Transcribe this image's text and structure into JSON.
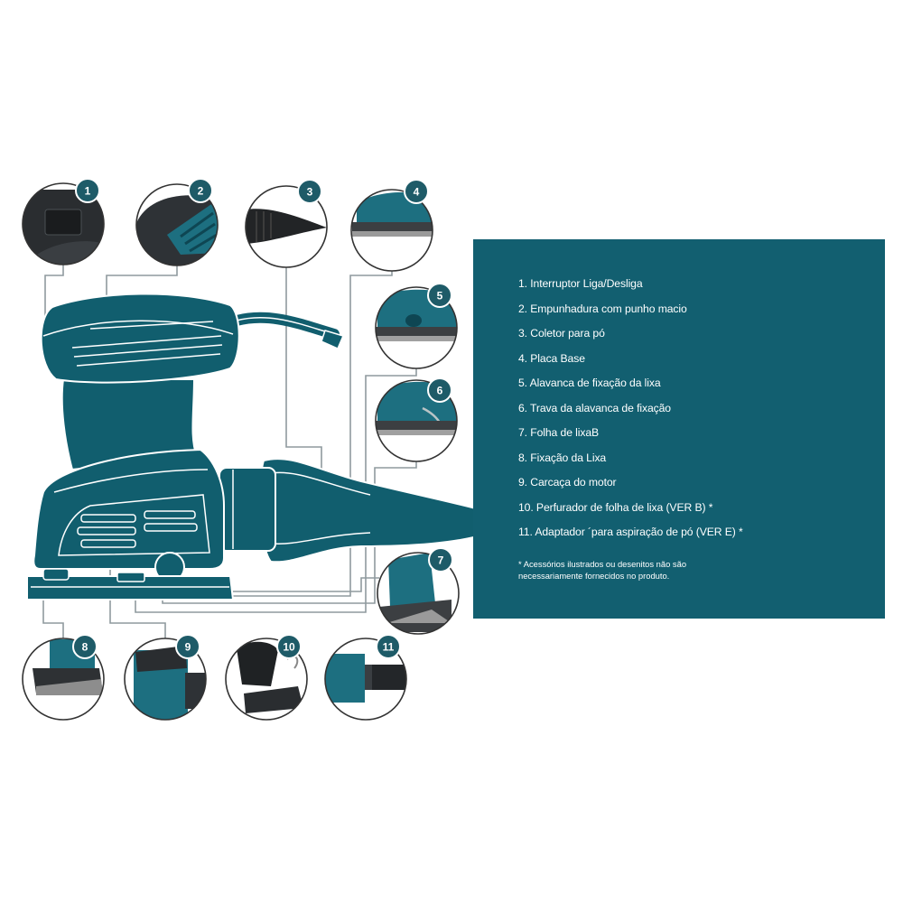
{
  "colors": {
    "brand_teal": "#115e6e",
    "panel_teal": "#125f70",
    "outline_white": "#ffffff",
    "leader_line": "#8f9a9e",
    "badge_dark": "#1e5b68"
  },
  "legend": {
    "items": [
      "1. Interruptor Liga/Desliga",
      "2. Empunhadura com punho macio",
      "3. Coletor para pó",
      "4. Placa Base",
      "5. Alavanca de fixação da lixa",
      "6. Trava da alavanca de fixação",
      "7. Folha de lixaB",
      "8. Fixação da Lixa",
      "9. Carcaça do motor",
      "10. Perfurador de folha de lixa (VER B) *",
      "11. Adaptador ´para aspiração de pó (VER E) *"
    ],
    "note": "* Acessórios ilustrados ou desenitos não são necessariamente fornecidos no produto."
  },
  "callouts": [
    {
      "number": "1",
      "icon": "power-switch-icon"
    },
    {
      "number": "2",
      "icon": "soft-grip-handle-icon"
    },
    {
      "number": "3",
      "icon": "dust-collector-icon"
    },
    {
      "number": "4",
      "icon": "base-plate-icon"
    },
    {
      "number": "5",
      "icon": "clamp-lever-icon"
    },
    {
      "number": "6",
      "icon": "lever-lock-icon"
    },
    {
      "number": "7",
      "icon": "sanding-sheet-icon"
    },
    {
      "number": "8",
      "icon": "sheet-clamp-icon"
    },
    {
      "number": "9",
      "icon": "motor-housing-icon"
    },
    {
      "number": "10",
      "icon": "sheet-punch-icon"
    },
    {
      "number": "11",
      "icon": "dust-adapter-icon"
    }
  ]
}
